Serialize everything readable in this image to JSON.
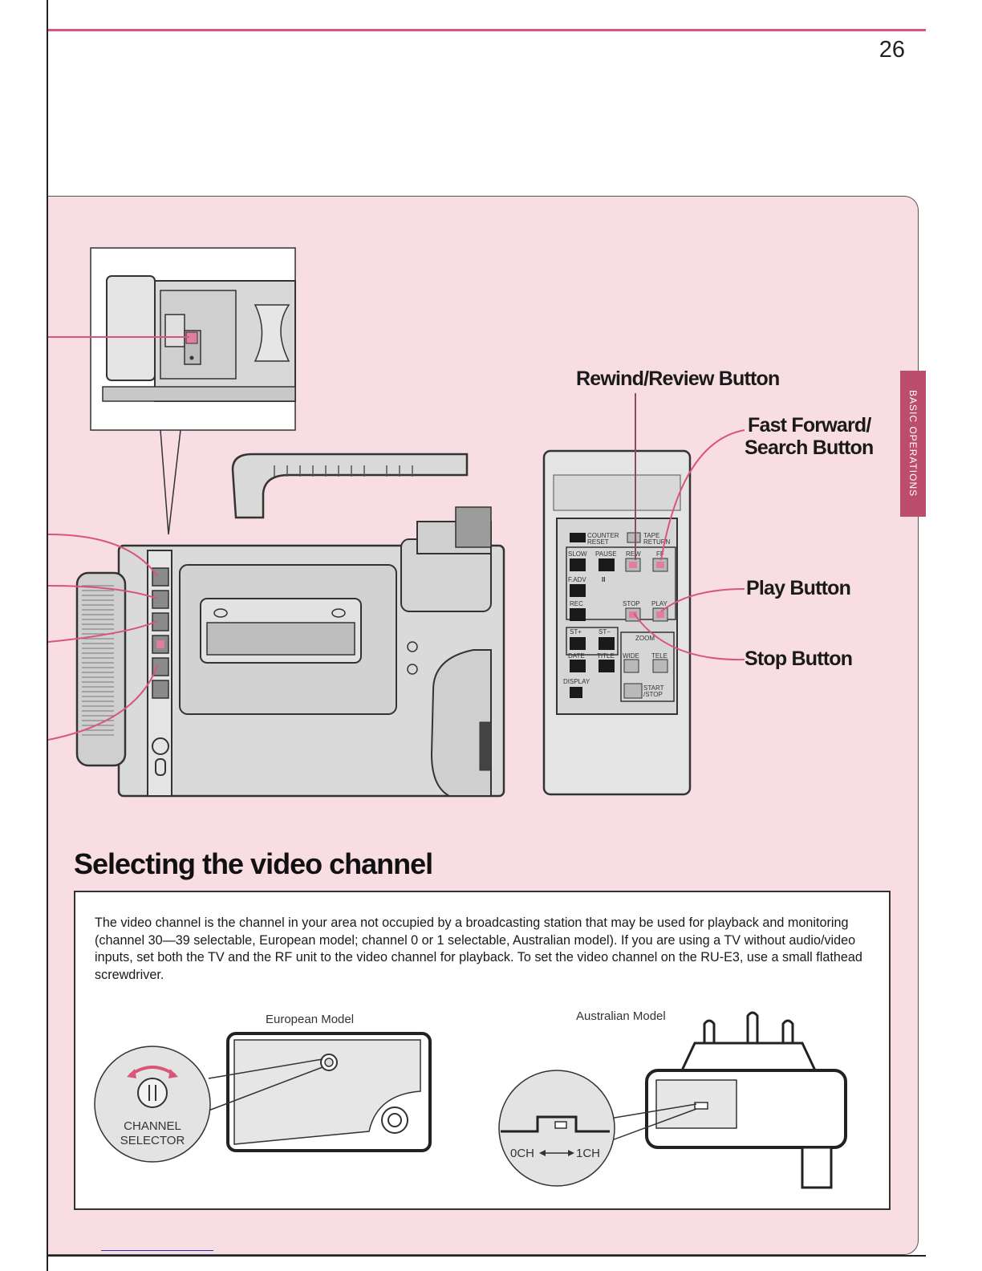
{
  "page": {
    "number": "26",
    "section_tab": "BASIC OPERATIONS"
  },
  "callouts": {
    "rewind_review": "Rewind/Review Button",
    "ff_line1": "Fast Forward/",
    "ff_line2": "Search Button",
    "play": "Play Button",
    "stop": "Stop Button"
  },
  "remote": {
    "counter_reset_1": "COUNTER",
    "counter_reset_2": "RESET",
    "tape_return_1": "TAPE",
    "tape_return_2": "RETURN",
    "slow": "SLOW",
    "pause": "PAUSE",
    "rew": "REW",
    "ff": "FF",
    "fadv": "F.ADV",
    "pause_symbol": "II",
    "rec": "REC",
    "stop": "STOP",
    "play": "PLAY",
    "st_plus": "ST+",
    "st_minus": "ST−",
    "zoom": "ZOOM",
    "date": "DATE",
    "title": "TITLE",
    "wide": "WIDE",
    "tele": "TELE",
    "display": "DISPLAY",
    "start_1": "START",
    "start_2": "/STOP"
  },
  "section": {
    "title": "Selecting the video channel",
    "body": "The video channel is the channel in your area not occupied by a broadcasting station that may be used for playback and monitoring (channel 30—39 selectable, European model; channel 0 or 1 selectable, Australian model). If you are using a TV without audio/video inputs, set both the TV and the RF unit to the video channel for playback. To set the video channel on the RU-E3, use a small flathead screwdriver."
  },
  "models": {
    "european": "European Model",
    "australian": "Australian Model",
    "selector_1": "CHANNEL",
    "selector_2": "SELECTOR",
    "ch0": "0CH",
    "ch1": "1CH"
  }
}
